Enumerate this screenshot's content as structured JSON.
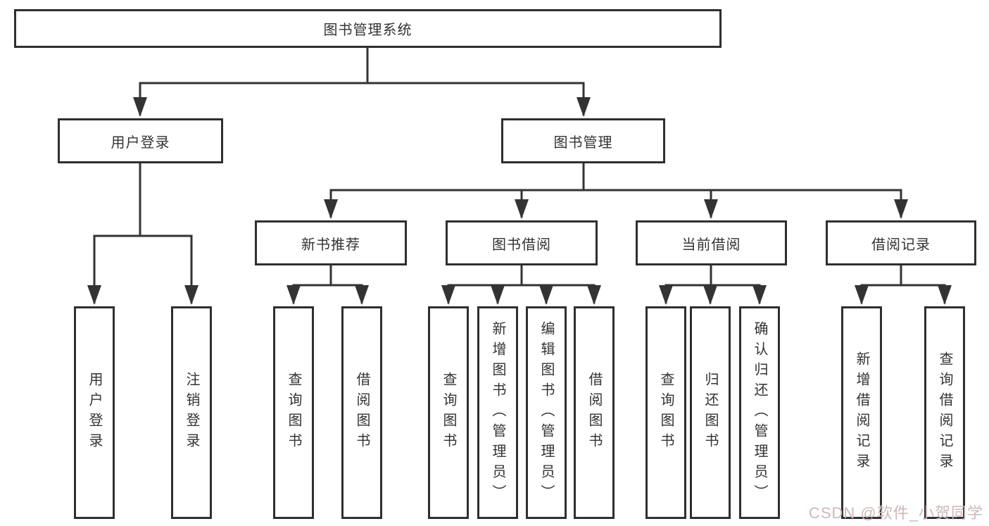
{
  "diagram": {
    "type": "hierarchy",
    "colors": {
      "line": "#333333",
      "box_border": "#2f2f2f",
      "text": "#333333",
      "background": "#ffffff",
      "watermark": "#ccb9b9"
    },
    "tree": {
      "root": {
        "label": "图书管理系统"
      },
      "children": [
        {
          "label": "用户登录",
          "children": [
            {
              "label": "用户登录"
            },
            {
              "label": "注销登录"
            }
          ]
        },
        {
          "label": "图书管理",
          "children": [
            {
              "label": "新书推荐",
              "children": [
                {
                  "label": "查询图书"
                },
                {
                  "label": "借阅图书"
                }
              ]
            },
            {
              "label": "图书借阅",
              "children": [
                {
                  "label": "查询图书"
                },
                {
                  "label": "新增图书（管理员）"
                },
                {
                  "label": "编辑图书（管理员）"
                },
                {
                  "label": "借阅图书"
                }
              ]
            },
            {
              "label": "当前借阅",
              "children": [
                {
                  "label": "查询图书"
                },
                {
                  "label": "归还图书"
                },
                {
                  "label": "确认归还（管理员）"
                }
              ]
            },
            {
              "label": "借阅记录",
              "children": [
                {
                  "label": "新增借阅记录"
                },
                {
                  "label": "查询借阅记录"
                }
              ]
            }
          ]
        }
      ]
    },
    "watermark": "CSDN @软件_小贺同学"
  }
}
